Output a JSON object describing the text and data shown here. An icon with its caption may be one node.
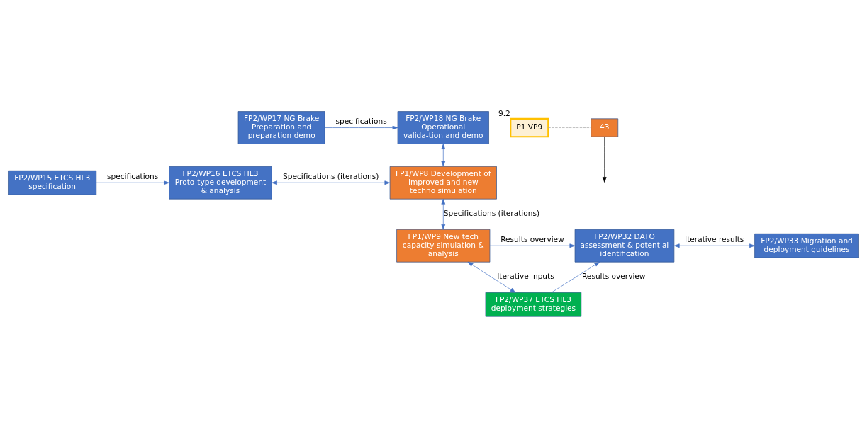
{
  "diagram": {
    "nodes": [
      {
        "text": [
          "FP2/WP15 ETCS HL3 specification"
        ]
      },
      {
        "text": [
          "FP2/WP16 ETCS HL3 Proto-type development & analysis"
        ]
      },
      {
        "text": [
          "FP2/WP17 NG Brake Preparation and preparation demo"
        ]
      },
      {
        "text": [
          "FP2/WP18 NG Brake Operational valida-tion and demo"
        ]
      },
      {
        "text": [
          "FP1/WP8 Development of Improved and new techno simulation"
        ]
      },
      {
        "text": [
          "FP1/WP9 New tech capacity simulation & analysis"
        ]
      },
      {
        "text": [
          "FP2/WP32 DATO assessment & potential identification"
        ]
      },
      {
        "text": [
          "FP2/WP33 Migration and deployment guidelines"
        ]
      },
      {
        "text": [
          "FP2/WP37 ETCS HL3 deployment strategies"
        ]
      },
      {
        "text": [
          "P1 VP9"
        ],
        "beside": [
          "9.2"
        ]
      },
      {
        "text": [
          "43"
        ]
      }
    ],
    "edges": [
      {
        "from": 0,
        "to": 1,
        "arrow": "to",
        "label": "specifications"
      },
      {
        "from": 2,
        "to": 3,
        "arrow": "to",
        "label": "specifications"
      },
      {
        "from": 1,
        "to": 4,
        "arrow": "both",
        "label": "Specifications (iterations)"
      },
      {
        "from": 3,
        "to": 4,
        "arrow": "both"
      },
      {
        "from": 4,
        "to": 5,
        "arrow": "both",
        "label": "Specifications (iterations)"
      },
      {
        "from": 5,
        "to": 6,
        "arrow": "to",
        "label": "Results overview"
      },
      {
        "from": 6,
        "to": 7,
        "arrow": "both",
        "label": "Iterative results"
      },
      {
        "from": 5,
        "to": 8,
        "arrow": "both",
        "label": "Iterative inputs"
      },
      {
        "from": 8,
        "to": 6,
        "arrow": "to",
        "label": "Results overview"
      },
      {
        "from": 9,
        "to": 10,
        "arrow": "none",
        "style": "dashed",
        "color": "#a6a6a6"
      },
      {
        "from": 10,
        "to": null,
        "arrow": "to",
        "color": "#000000"
      }
    ]
  }
}
